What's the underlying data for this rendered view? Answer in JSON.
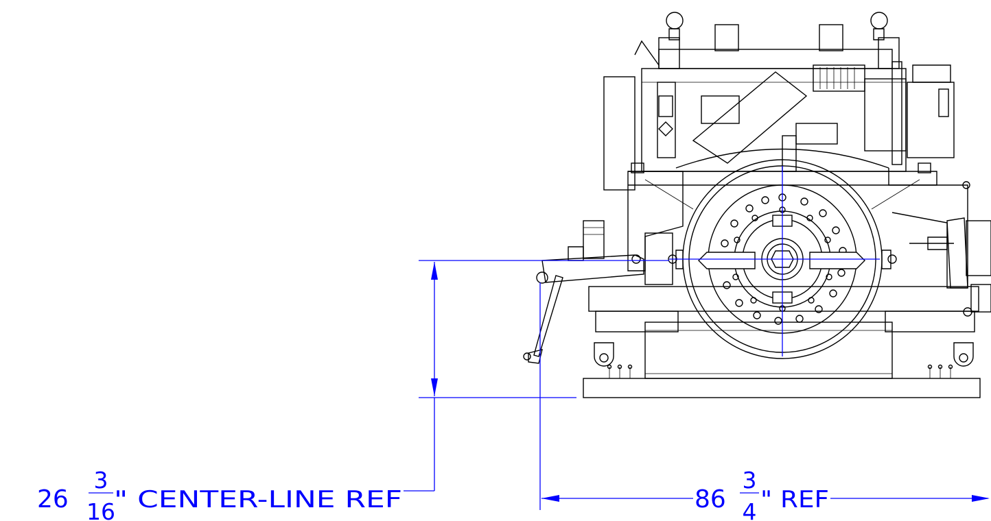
{
  "dimensions": {
    "centerline": {
      "whole": "26",
      "numerator": "3",
      "denominator": "16",
      "suffix": "\" CENTER-LINE REF"
    },
    "overall": {
      "whole": "86",
      "numerator": "3",
      "denominator": "4",
      "suffix": "\" REF"
    }
  },
  "colors": {
    "dimension": "#0000ff",
    "linework": "#000000",
    "background": "#ffffff"
  }
}
